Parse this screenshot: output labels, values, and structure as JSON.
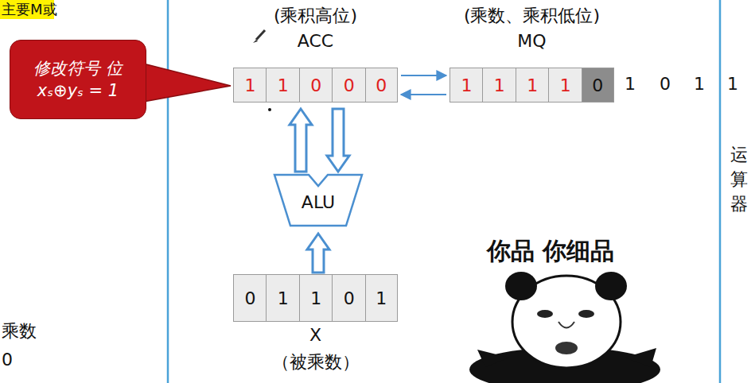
{
  "diagram": {
    "nodes": [
      {
        "text": [
          "修改符号 位xₛ⊕yₛ = 1"
        ]
      },
      {
        "text": [
          "(乘积高位)",
          "ACC"
        ]
      },
      {
        "text": [
          "1"
        ],
        "in": 1
      },
      {
        "text": [
          "1"
        ],
        "in": 1
      },
      {
        "text": [
          "0"
        ],
        "in": 1
      },
      {
        "text": [
          "0"
        ],
        "in": 1
      },
      {
        "text": [
          "0"
        ],
        "in": 1
      },
      {
        "text": [
          "(乘数、乘积低位)",
          "MQ"
        ]
      },
      {
        "text": [
          "1"
        ],
        "in": 7
      },
      {
        "text": [
          "1"
        ],
        "in": 7
      },
      {
        "text": [
          "1"
        ],
        "in": 7
      },
      {
        "text": [
          "1"
        ],
        "in": 7
      },
      {
        "text": [
          "0"
        ],
        "in": 7
      },
      {
        "text": [
          "ALU"
        ]
      },
      {
        "text": [
          "X",
          "（被乘数）"
        ]
      },
      {
        "text": [
          "0"
        ],
        "in": 14
      },
      {
        "text": [
          "1"
        ],
        "in": 14
      },
      {
        "text": [
          "1"
        ],
        "in": 14
      },
      {
        "text": [
          "0"
        ],
        "in": 14
      },
      {
        "text": [
          "1"
        ],
        "in": 14
      }
    ],
    "edges": [
      {
        "from": 1,
        "to": 7,
        "arrow": "to"
      },
      {
        "from": 7,
        "to": 1,
        "arrow": "to"
      },
      {
        "from": 13,
        "to": 1,
        "arrow": "to"
      },
      {
        "from": 1,
        "to": 13,
        "arrow": "to"
      },
      {
        "from": 14,
        "to": 13,
        "arrow": "to"
      }
    ],
    "labels": [
      "主要M或",
      "1",
      "0",
      "1",
      "1",
      "运算器",
      "你品 你细品",
      "乘数",
      "0"
    ]
  }
}
